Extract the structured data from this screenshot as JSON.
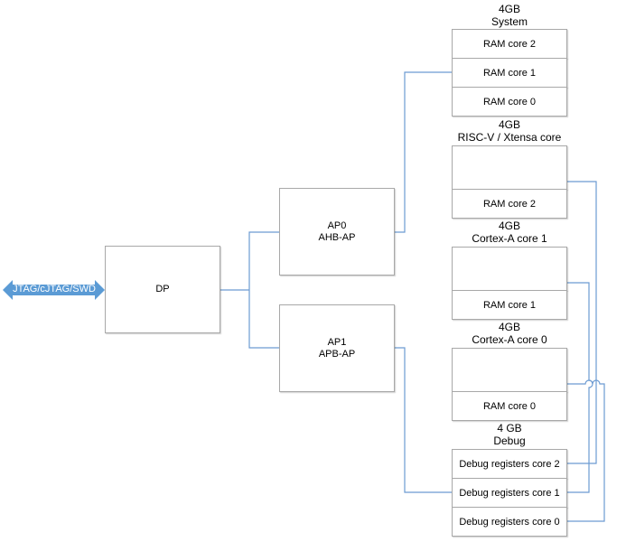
{
  "colors": {
    "line": "#6c9bd2",
    "arrow": "#5b9bd5",
    "border": "#a8a8a8"
  },
  "interface": {
    "label": "JTAG/cJTAG/SWD"
  },
  "dp": {
    "label": "DP"
  },
  "ap0": {
    "line1": "AP0",
    "line2": "AHB-AP"
  },
  "ap1": {
    "line1": "AP1",
    "line2": "APB-AP"
  },
  "system": {
    "title_line1": "4GB",
    "title_line2": "System",
    "rows": [
      "RAM core 2",
      "RAM core 1",
      "RAM core 0"
    ]
  },
  "riscv": {
    "title_line1": "4GB",
    "title_line2": "RISC-V / Xtensa core",
    "ram": "RAM core 2"
  },
  "cortex1": {
    "title_line1": "4GB",
    "title_line2": "Cortex-A core 1",
    "ram": "RAM core 1"
  },
  "cortex0": {
    "title_line1": "4GB",
    "title_line2": "Cortex-A core 0",
    "ram": "RAM core 0"
  },
  "debug": {
    "title_line1": "4 GB",
    "title_line2": "Debug",
    "rows": [
      "Debug registers core 2",
      "Debug registers core 1",
      "Debug registers core 0"
    ]
  }
}
